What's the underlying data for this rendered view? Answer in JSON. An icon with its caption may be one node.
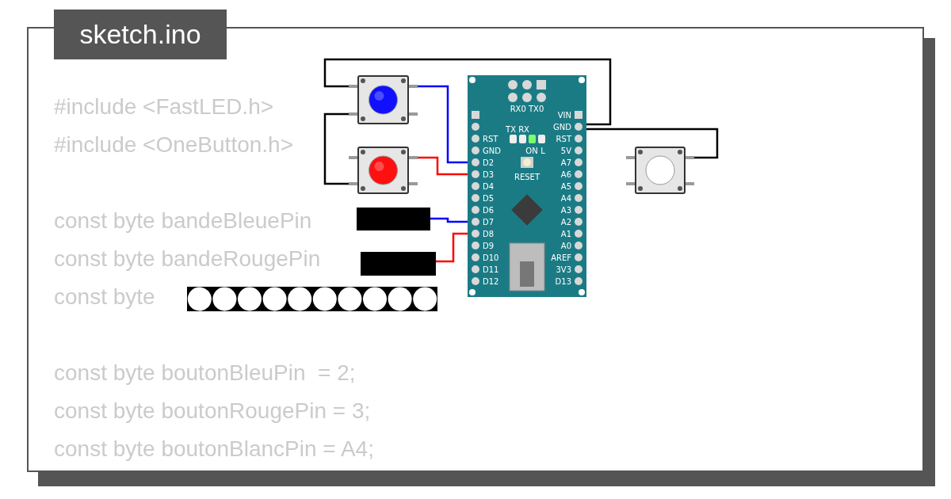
{
  "diagram": {
    "title": "sketch.ino",
    "nodes": [
      {
        "text": [],
        "shape": "picture"
      },
      {
        "text": [
          "RX0 TX0",
          "TX RX",
          "ON",
          "L",
          "RESET",
          "RST",
          "GND",
          "D2",
          "D3",
          "D4",
          "D5",
          "D6",
          "D7",
          "D8",
          "D9",
          "D10",
          "D11",
          "D12",
          "VIN",
          "GND",
          "RST",
          "5V",
          "A7",
          "A6",
          "A5",
          "A4",
          "A3",
          "A2",
          "A1",
          "A0",
          "AREF",
          "3V3",
          "D13"
        ]
      },
      {
        "text": [],
        "shape": "picture"
      },
      {
        "text": [],
        "shape": "picture"
      },
      {
        "text": [],
        "shape": "bar"
      },
      {
        "text": [],
        "shape": "bar"
      },
      {
        "text": [],
        "shape": "picture"
      }
    ],
    "edges": [
      {
        "from": 0,
        "to": 1,
        "arrow": "none",
        "color": "#0000ff"
      },
      {
        "from": 3,
        "to": 1,
        "arrow": "none",
        "color": "#ff0000"
      },
      {
        "from": 2,
        "to": 1,
        "arrow": "none"
      },
      {
        "from": 0,
        "to": 1,
        "arrow": "none"
      },
      {
        "from": 3,
        "to": 0,
        "arrow": "none"
      },
      {
        "from": 4,
        "to": 1,
        "arrow": "none",
        "color": "#0000ff"
      },
      {
        "from": 5,
        "to": 1,
        "arrow": "none",
        "color": "#ff0000"
      }
    ],
    "labels": [
      "#include <FastLED.h>",
      "#include <OneButton.h>",
      "const byte bandeBleuePin",
      "const byte bandeRougePin",
      "const byte",
      "const byte boutonBleuPin  = 2;",
      "const byte boutonRougePin = 3;",
      "const byte boutonBlancPin = A4;"
    ]
  }
}
